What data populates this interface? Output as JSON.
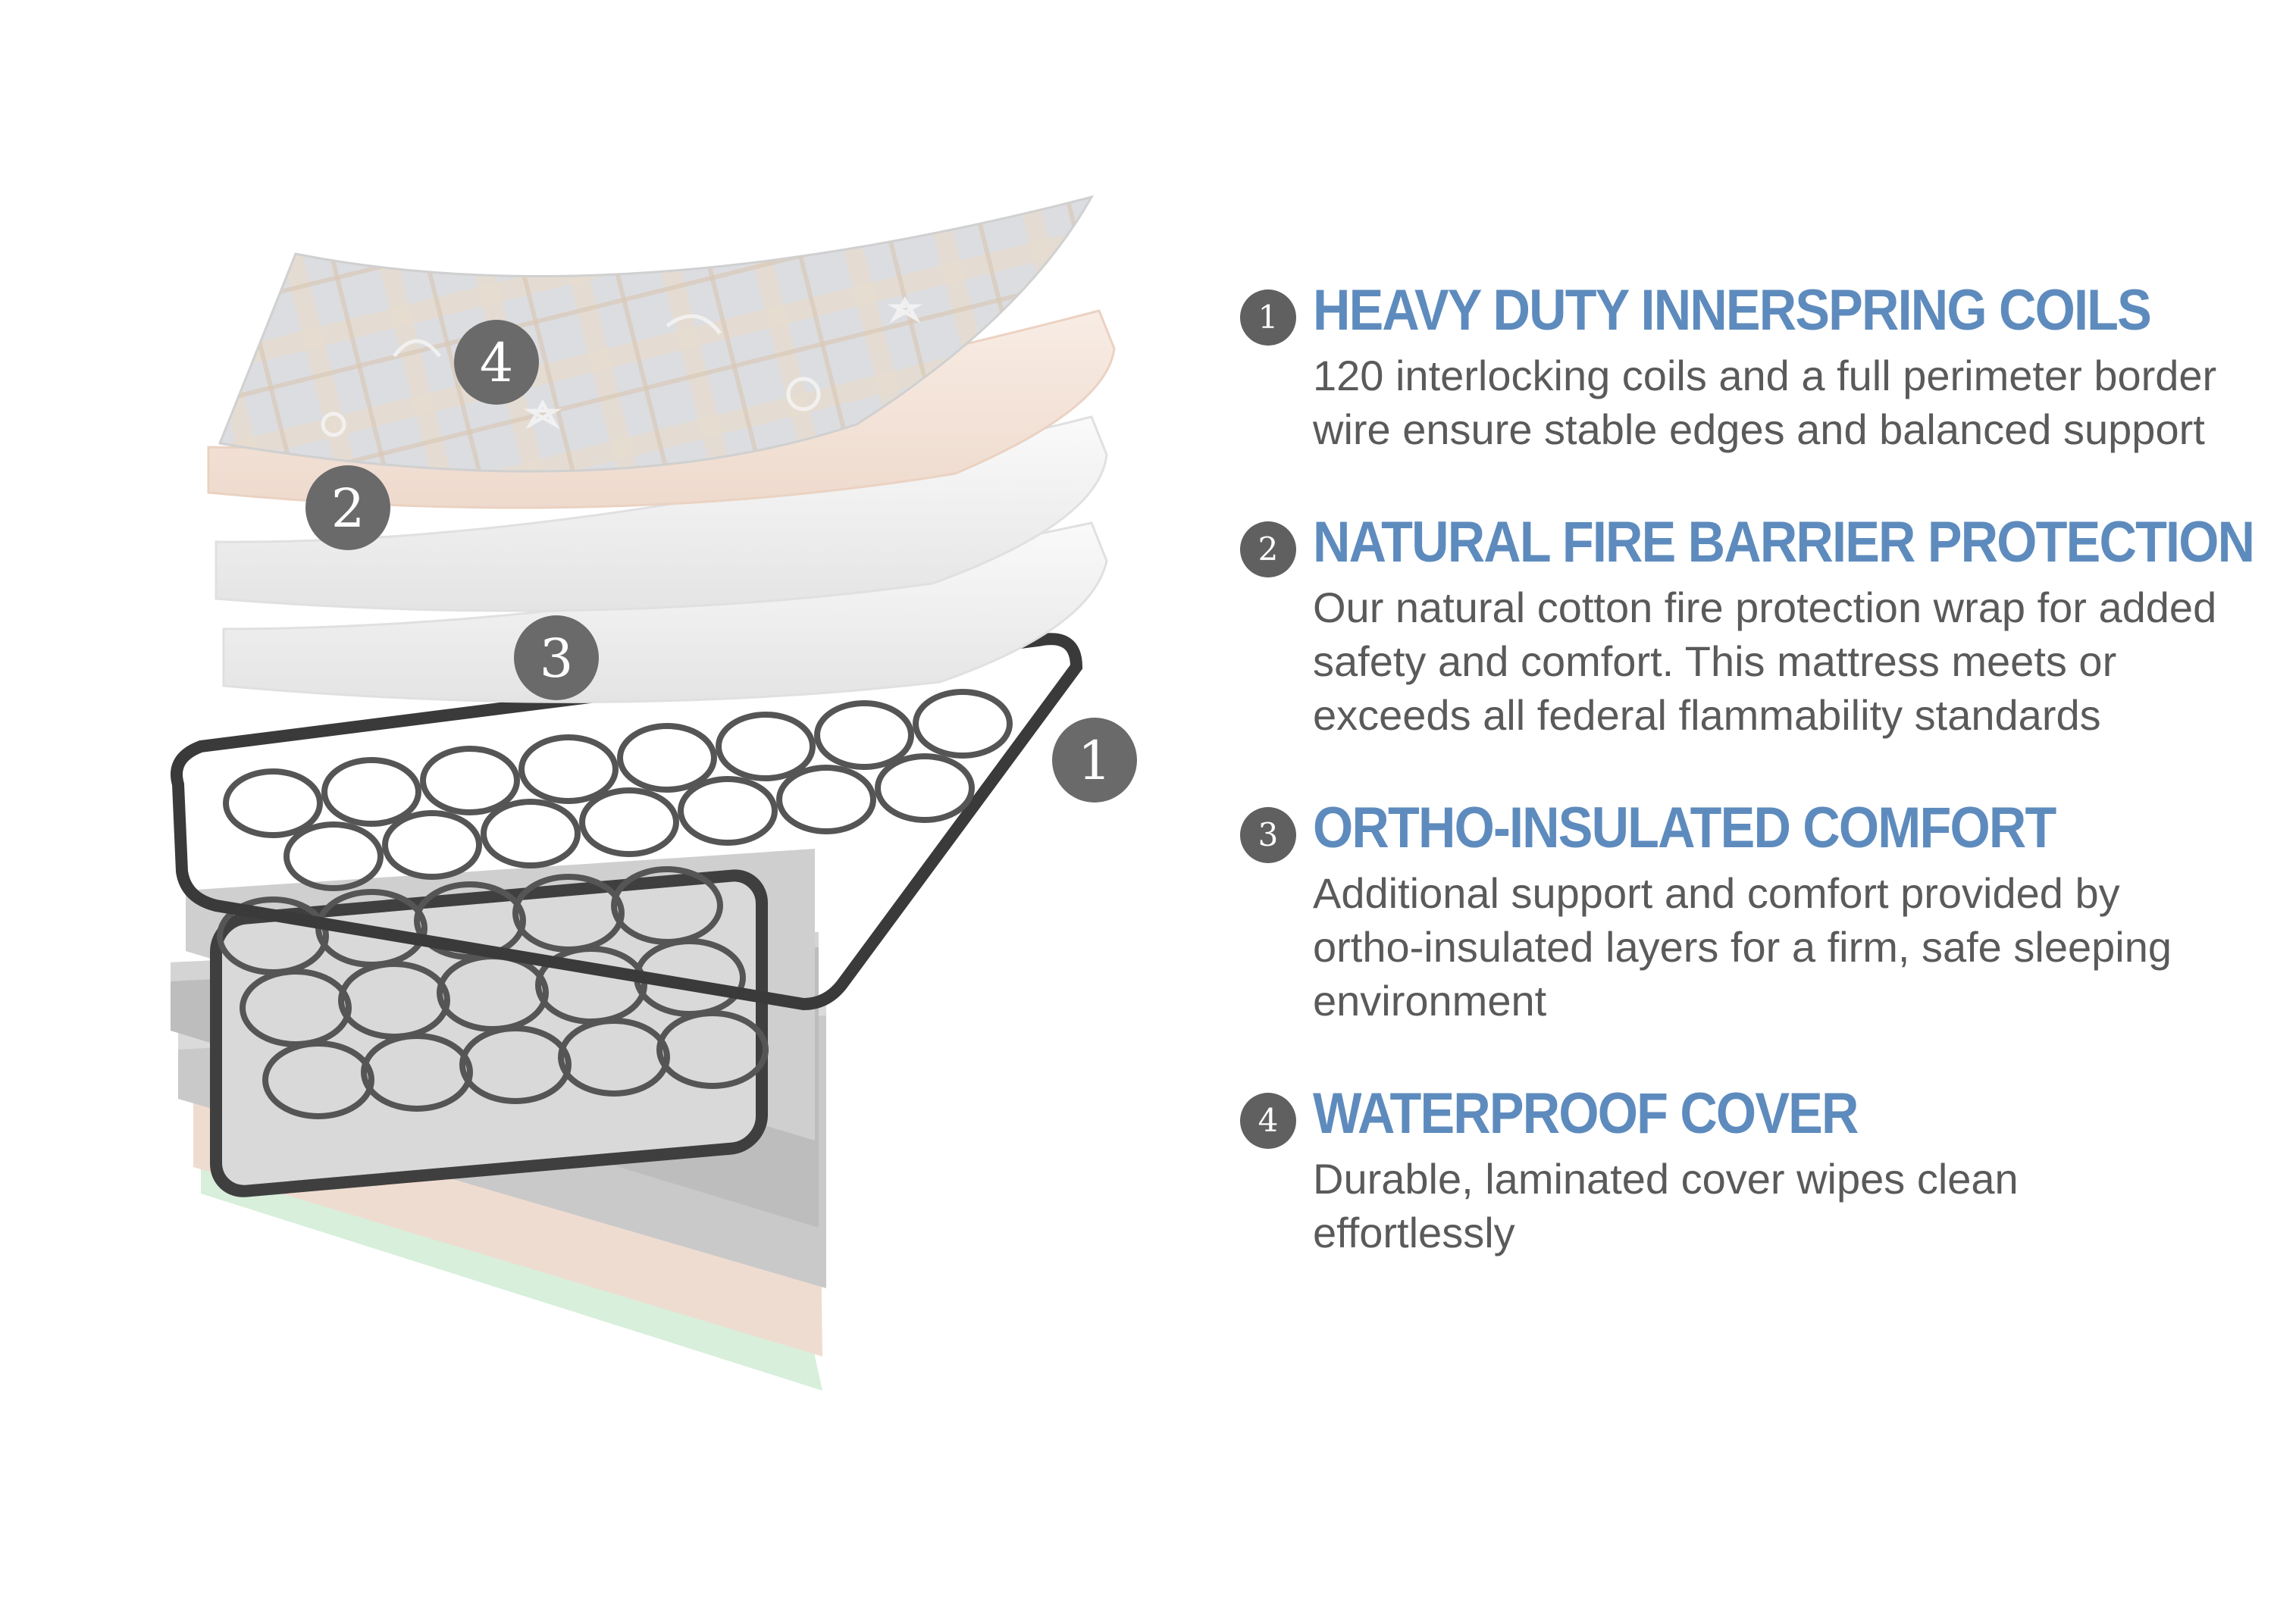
{
  "illustration": {
    "subject": "exploded mattress layers",
    "markers": [
      {
        "number": "4",
        "layer": "top-cover"
      },
      {
        "number": "2",
        "layer": "fire-barrier"
      },
      {
        "number": "3",
        "layer": "insulation-pad"
      },
      {
        "number": "1",
        "layer": "spring-coil-unit"
      }
    ],
    "colors": {
      "cover": "#d9dade",
      "cover_plaid": "#e6d6c4",
      "fire_barrier": "#f3e3d8",
      "insulation": "#f0f0f0",
      "coil": "#4a4a4a",
      "base_gray": "#c8c8c8",
      "base_peach": "#efdcd0",
      "base_green": "#d7efdb",
      "marker_bg": "#6a6a6a"
    }
  },
  "features": [
    {
      "number": "1",
      "title": "HEAVY DUTY INNERSPRING COILS",
      "description": "120 interlocking coils and a full perimeter border wire ensure stable edges and balanced support"
    },
    {
      "number": "2",
      "title": "NATURAL FIRE BARRIER PROTECTION",
      "description": "Our natural cotton fire protection wrap for added safety and comfort. This mattress meets or exceeds all federal flammability standards"
    },
    {
      "number": "3",
      "title": "ORTHO-INSULATED COMFORT",
      "description": "Additional support and comfort provided by ortho-insulated layers for a firm, safe sleeping environment"
    },
    {
      "number": "4",
      "title": "WATERPROOF COVER",
      "description": "Durable, laminated cover wipes clean effortlessly"
    }
  ],
  "theme": {
    "title_color": "#5e8bbd",
    "text_color": "#5a5a5a",
    "badge_color": "#606060"
  }
}
